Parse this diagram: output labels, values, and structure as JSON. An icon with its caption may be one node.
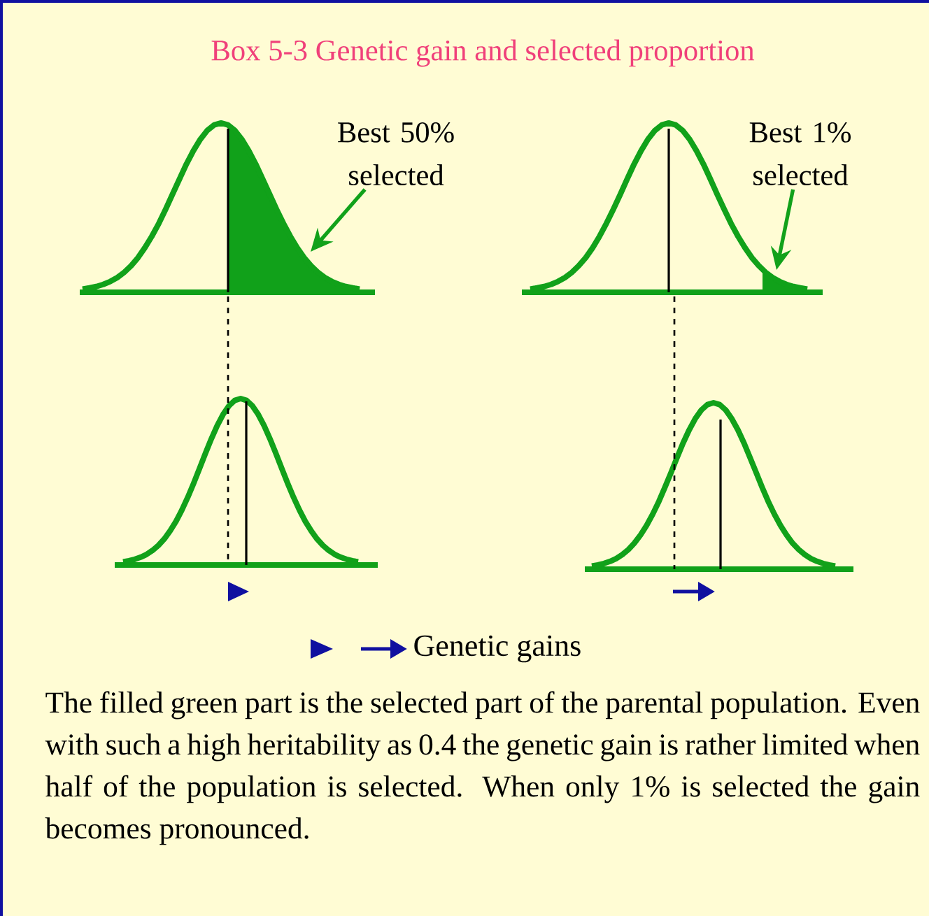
{
  "diagram": {
    "title": "Box 5-3 Genetic gain and selected proportion",
    "nodes": [
      {
        "text": [
          "Best 50% selected"
        ]
      },
      {
        "text": [
          "Best 1% selected"
        ]
      }
    ],
    "edges": [
      {
        "from": 0,
        "to": null,
        "arrow": "to"
      },
      {
        "from": 1,
        "to": null,
        "arrow": "to"
      }
    ],
    "legend": [
      {
        "text": "Genetic gains"
      }
    ],
    "caption": "The filled green part is the selected part of the parental population. Even with such a high heritability as 0.4 the genetic gain is rather limited when half of the population is selected. When only 1% is selected the gain becomes pronounced."
  }
}
